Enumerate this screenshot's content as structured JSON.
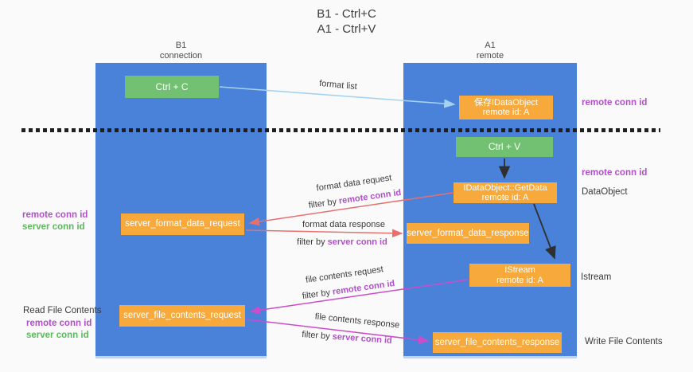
{
  "title": {
    "line1": "B1 - Ctrl+C",
    "line2": "A1 - Ctrl+V"
  },
  "lifelines": {
    "left": {
      "name": "B1",
      "role": "connection"
    },
    "right": {
      "name": "A1",
      "role": "remote"
    }
  },
  "nodes": {
    "ctrl_c": {
      "label": "Ctrl + C"
    },
    "ctrl_v": {
      "label": "Ctrl + V"
    },
    "save_idataobject": {
      "line1": "保存IDataObject",
      "line2": "remote id: A"
    },
    "getdata": {
      "line1": "IDataObject::GetData",
      "line2": "remote id: A"
    },
    "istream": {
      "line1": "IStream",
      "line2": "remote id: A"
    },
    "server_format_data_request": {
      "label": "server_format_data_request"
    },
    "server_format_data_response": {
      "label": "server_format_data_response"
    },
    "server_file_contents_request": {
      "label": "server_file_contents_request"
    },
    "server_file_contents_response": {
      "label": "server_file_contents_response"
    }
  },
  "edge_labels": {
    "format_list": "format list",
    "format_data_request": "format data request",
    "format_data_response": "format data response",
    "file_contents_request": "file contents request",
    "file_contents_response": "file contents response",
    "filter_by": "filter by",
    "remote_conn_id": "remote conn id",
    "server_conn_id": "server conn id"
  },
  "side_labels": {
    "remote_conn_id": "remote conn id",
    "server_conn_id": "server conn id",
    "dataobject": "DataObject",
    "istream": "Istream",
    "read_file_contents": "Read File Contents",
    "write_file_contents": "Write File Contents"
  },
  "colors": {
    "lifeline_blue": "#4a81d9",
    "node_green": "#72c072",
    "node_orange": "#f7a93c",
    "arrow_light_blue": "#a5d2f1",
    "arrow_red": "#e7706f",
    "arrow_magenta": "#cc4dca",
    "arrow_black": "#2f2f2f",
    "label_purple": "#b04fc9",
    "label_green": "#5cb85c"
  }
}
